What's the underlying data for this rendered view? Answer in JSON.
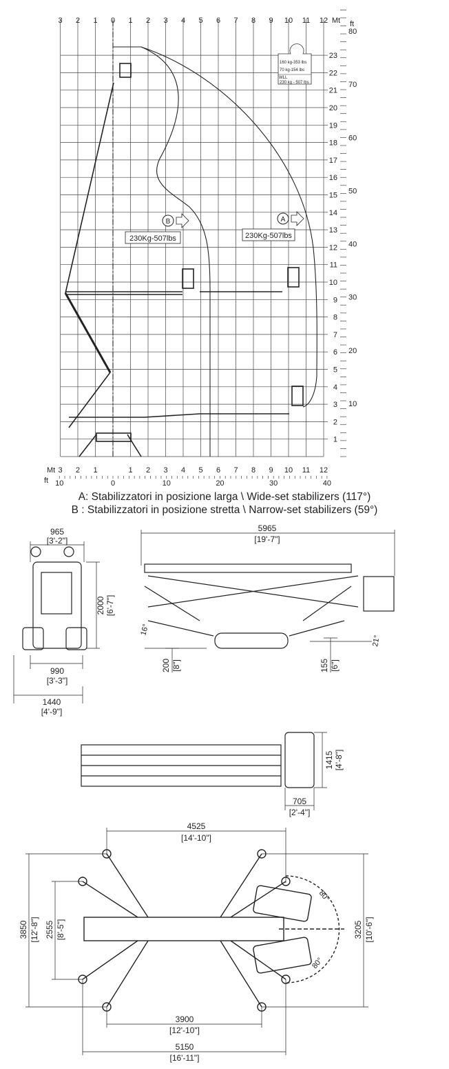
{
  "chart": {
    "top_m_labels": [
      "3",
      "2",
      "1",
      "0",
      "1",
      "2",
      "3",
      "4",
      "5",
      "6",
      "7",
      "8",
      "9",
      "10",
      "11",
      "12"
    ],
    "top_unit": "Mt",
    "ft_unit": "ft",
    "height_m_labels": [
      "1",
      "2",
      "3",
      "4",
      "5",
      "6",
      "7",
      "8",
      "9",
      "10",
      "11",
      "12",
      "13",
      "14",
      "15",
      "16",
      "17",
      "18",
      "19",
      "20",
      "21",
      "22",
      "23"
    ],
    "height_ft_labels": [
      "10",
      "20",
      "30",
      "40",
      "50",
      "60",
      "70",
      "80"
    ],
    "bottom_m_labels": [
      "3",
      "2",
      "1",
      "1",
      "2",
      "3",
      "4",
      "5",
      "6",
      "7",
      "8",
      "9",
      "10",
      "11",
      "12"
    ],
    "bottom_ft_labels": [
      "10",
      "0",
      "10",
      "20",
      "30",
      "40"
    ],
    "load_box": {
      "persons": "160 kg-353 lbs",
      "tools": "70 kg-154 lbs",
      "wll_title": "WLL",
      "wll": "230 kg - 507 lbs"
    },
    "marker_a": "A",
    "marker_b": "B",
    "load_a": "230Kg-507lbs",
    "load_b": "230Kg-507lbs"
  },
  "legend": {
    "a": "A: Stabilizzatori in posizione larga \\ Wide-set stabilizers (117°)",
    "b": "B : Stabilizzatori in posizione stretta \\ Narrow-set stabilizers  (59°)"
  },
  "front_view": {
    "w1": "965",
    "w1_ft": "[3'-2\"]",
    "h": "2000",
    "h_ft": "[6'-7\"]",
    "w2": "990",
    "w2_ft": "[3'-3\"]",
    "w3": "1440",
    "w3_ft": "[4'-9\"]"
  },
  "side_view": {
    "len": "5965",
    "len_ft": "[19'-7\"]",
    "ang1": "16°",
    "ang2": "21°",
    "g1": "200",
    "g1_ft": "[8\"]",
    "g2": "155",
    "g2_ft": "[6\"]"
  },
  "top_view": {
    "h": "1415",
    "h_ft": "[4'-8\"]",
    "w": "705",
    "w_ft": "[2'-4\"]"
  },
  "plan_view": {
    "top": "4525",
    "top_ft": "[14'-10\"]",
    "left1": "3850",
    "left1_ft": "[12'-8\"]",
    "left2": "2555",
    "left2_ft": "[8'-5\"]",
    "right": "3205",
    "right_ft": "[10'-6\"]",
    "ang1": "80°",
    "ang2": "80°",
    "b1": "3900",
    "b1_ft": "[12'-10\"]",
    "b2": "5150",
    "b2_ft": "[16'-11\"]"
  }
}
